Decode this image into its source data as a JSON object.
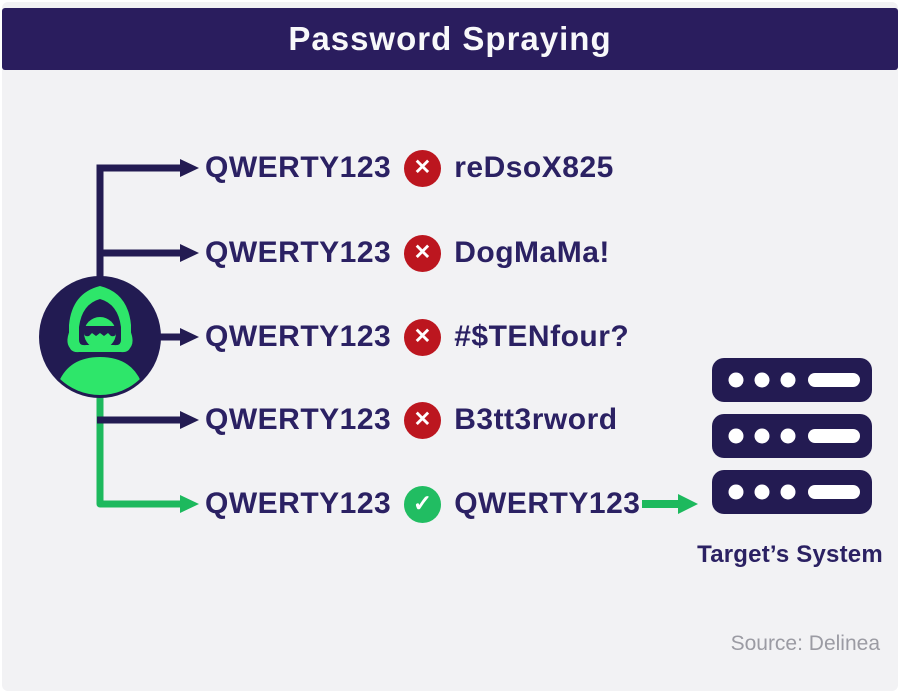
{
  "header": {
    "title": "Password Spraying"
  },
  "attacker": {
    "icon": "hacker-icon"
  },
  "attempts": [
    {
      "spray": "QWERTY123",
      "result": "fail",
      "result_icon": "fail-x-icon",
      "actual": "reDsoX825"
    },
    {
      "spray": "QWERTY123",
      "result": "fail",
      "result_icon": "fail-x-icon",
      "actual": "DogMaMa!"
    },
    {
      "spray": "QWERTY123",
      "result": "fail",
      "result_icon": "fail-x-icon",
      "actual": "#$TENfour?"
    },
    {
      "spray": "QWERTY123",
      "result": "fail",
      "result_icon": "fail-x-icon",
      "actual": "B3tt3rword"
    },
    {
      "spray": "QWERTY123",
      "result": "success",
      "result_icon": "success-check-icon",
      "actual": "QWERTY123"
    }
  ],
  "icons": {
    "fail_glyph": "✕",
    "success_glyph": "✓"
  },
  "target": {
    "label": "Target’s System",
    "icon": "server-stack-icon"
  },
  "source": {
    "label": "Source: Delinea"
  },
  "colors": {
    "header_bg": "#2a1d5e",
    "background": "#f2f2f4",
    "connector_navy": "#231b52",
    "text_navy": "#2b2163",
    "fail_red": "#bc161f",
    "success_green": "#21bd62",
    "figure_green": "#2ee66a",
    "source_gray": "#9b9ba3"
  }
}
